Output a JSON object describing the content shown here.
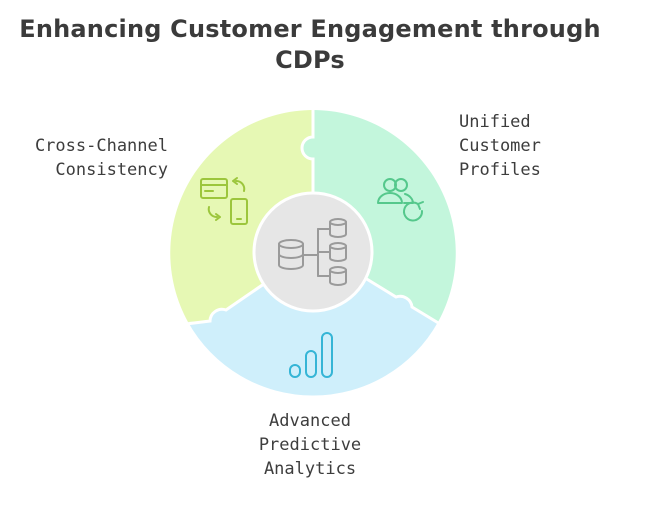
{
  "title": {
    "line1": "Enhancing Customer Engagement through",
    "line2": "CDPs"
  },
  "segments": {
    "left": {
      "label_line1": "Cross-Channel",
      "label_line2": "Consistency",
      "color": "#e6f8b4",
      "icon_color": "#9cc63c",
      "icon": "devices-sync-icon"
    },
    "right": {
      "label_line1": "Unified",
      "label_line2": "Customer",
      "label_line3": "Profiles",
      "color": "#c3f6dc",
      "icon_color": "#55c88c",
      "icon": "users-refresh-icon"
    },
    "bottom": {
      "label_line1": "Advanced",
      "label_line2": "Predictive",
      "label_line3": "Analytics",
      "color": "#cfeffb",
      "icon_color": "#35b5d6",
      "icon": "bar-chart-icon"
    }
  },
  "center": {
    "color": "#e6e6e6",
    "icon_color": "#9a9a9a",
    "icon": "database-network-icon"
  }
}
